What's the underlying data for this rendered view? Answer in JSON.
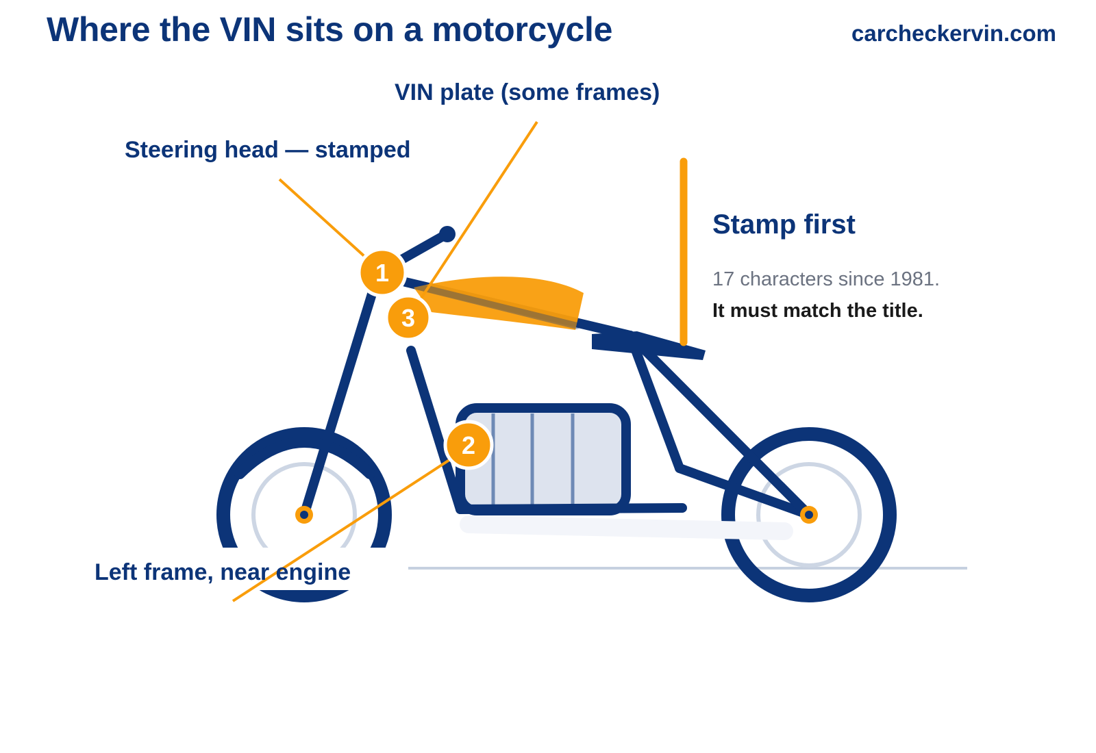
{
  "header": {
    "title": "Where the VIN sits on a motorcycle",
    "site": "carcheckervin.com"
  },
  "callouts": {
    "steering_head": "Steering head — stamped",
    "vin_plate": "VIN plate (some frames)",
    "left_frame": "Left frame, near engine"
  },
  "markers": {
    "one": "1",
    "two": "2",
    "three": "3"
  },
  "side_note": {
    "heading": "Stamp first",
    "line1": "17 characters since 1981.",
    "line2": "It must match the title."
  },
  "colors": {
    "navy": "#0c3478",
    "orange": "#f99d0b",
    "wheel_inner": "#cdd6e4",
    "engine_fill": "#dde3ee",
    "ground": "#c6d0e0"
  }
}
